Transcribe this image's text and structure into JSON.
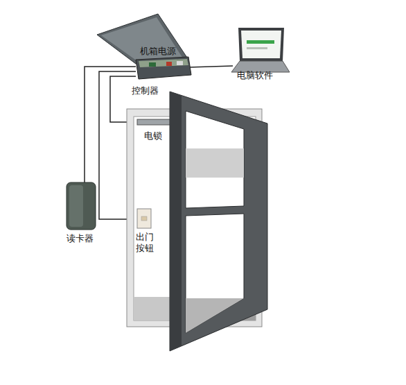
{
  "diagram": {
    "labels": [
      "机箱电源",
      "控制器",
      "电脑软件",
      "电锁",
      "读卡器",
      "出门 按钮"
    ]
  }
}
